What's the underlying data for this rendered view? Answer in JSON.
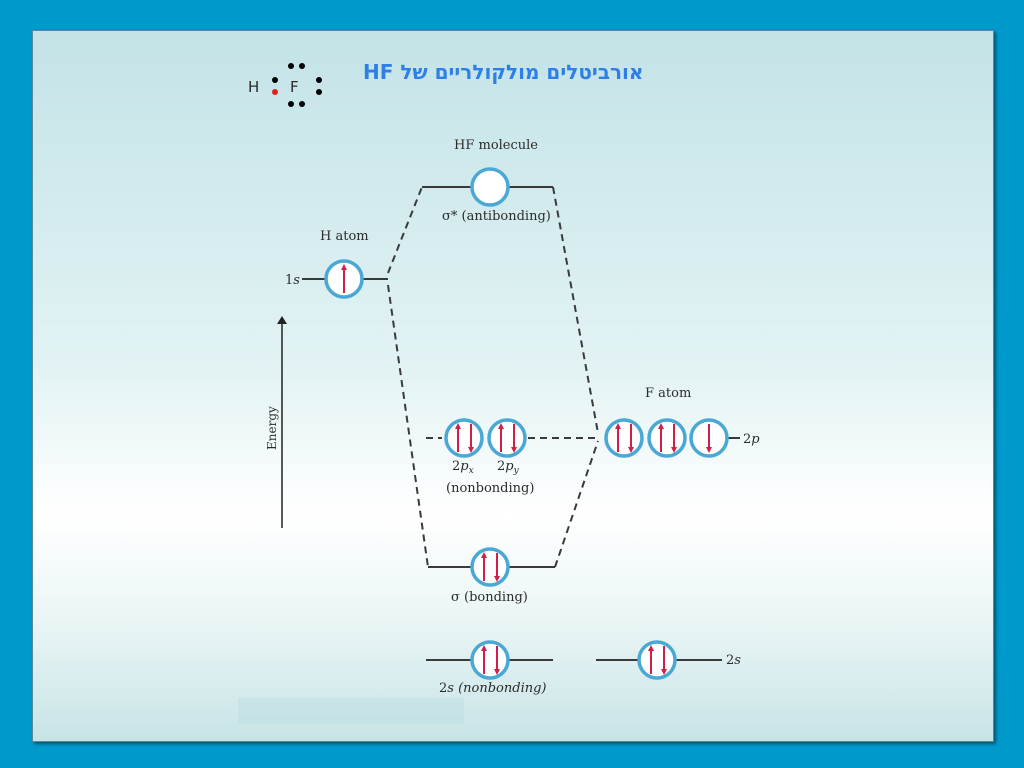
{
  "title": "אורביטלים מולקולריים של HF",
  "lewis": {
    "h": "H",
    "f": "F"
  },
  "labels": {
    "hf_molecule": "HF molecule",
    "h_atom": "H atom",
    "f_atom": "F atom",
    "energy": "Energy",
    "h_1s": "1",
    "h_1s_sub": "s",
    "sigma_star": "σ* (antibonding)",
    "sigma_bonding": "σ (bonding)",
    "px": "2",
    "px_sub": "p",
    "px_idx": "x",
    "py": "2",
    "py_sub": "p",
    "py_idx": "y",
    "nonbonding": "(nonbonding)",
    "s2_nb_num": "2",
    "s2_nb_rest": "s (nonbonding)",
    "f_2p": "2",
    "f_2p_sub": "p",
    "f_2s": "2",
    "f_2s_sub": "s"
  },
  "colors": {
    "background": "#0099cc",
    "title": "#2f7fe8",
    "orbital_ring": "#4aa8d4",
    "arrow": "#d0204a",
    "line": "#3a3a3a",
    "lewis_lone_pair": "#000000",
    "lewis_bond_electron": "#e02020"
  }
}
